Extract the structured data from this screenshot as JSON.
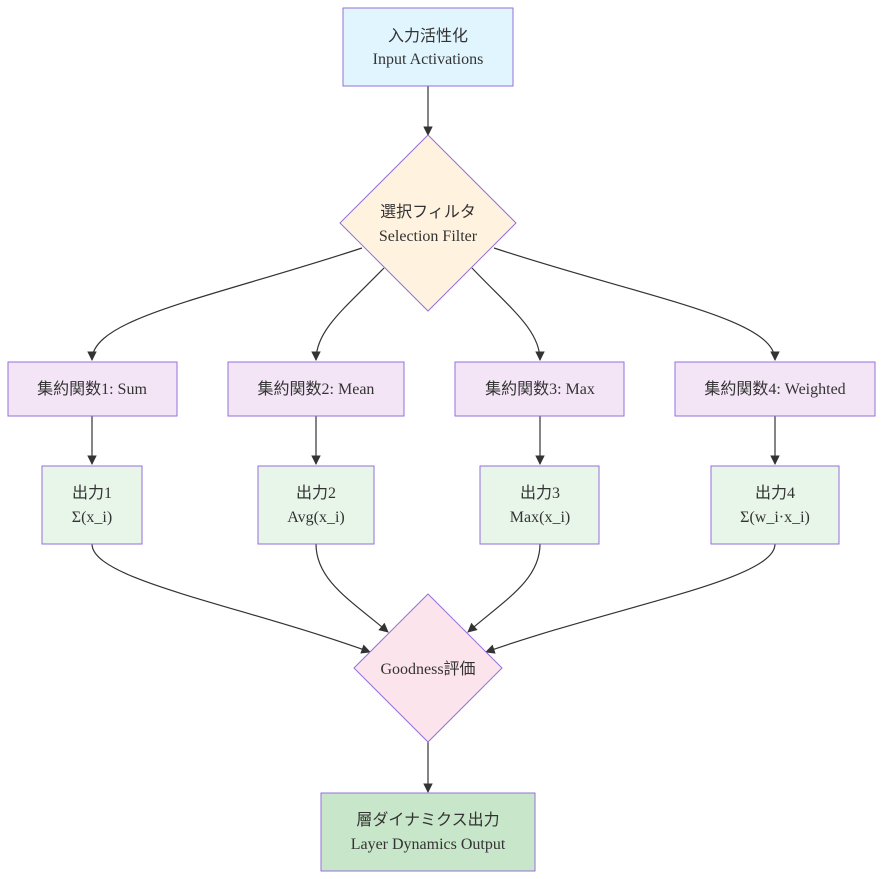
{
  "nodes": {
    "input": {
      "line1": "入力活性化",
      "line2": "Input Activations"
    },
    "filter": {
      "line1": "選択フィルタ",
      "line2": "Selection Filter"
    },
    "agg1": {
      "line1": "集約関数1: Sum"
    },
    "agg2": {
      "line1": "集約関数2: Mean"
    },
    "agg3": {
      "line1": "集約関数3: Max"
    },
    "agg4": {
      "line1": "集約関数4: Weighted"
    },
    "out1": {
      "line1": "出力1",
      "line2": "Σ(x_i)"
    },
    "out2": {
      "line1": "出力2",
      "line2": "Avg(x_i)"
    },
    "out3": {
      "line1": "出力3",
      "line2": "Max(x_i)"
    },
    "out4": {
      "line1": "出力4",
      "line2": "Σ(w_i·x_i)"
    },
    "goodness": {
      "line1": "Goodness評価"
    },
    "output": {
      "line1": "層ダイナミクス出力",
      "line2": "Layer Dynamics Output"
    }
  },
  "colors": {
    "input_fill": "#e1f5fe",
    "filter_fill": "#fff3e0",
    "agg_fill": "#f3e5f5",
    "out_fill": "#e8f5e9",
    "goodness_fill": "#fce4ec",
    "final_fill": "#c8e6c9",
    "border": "#9370db",
    "edge": "#333333"
  }
}
